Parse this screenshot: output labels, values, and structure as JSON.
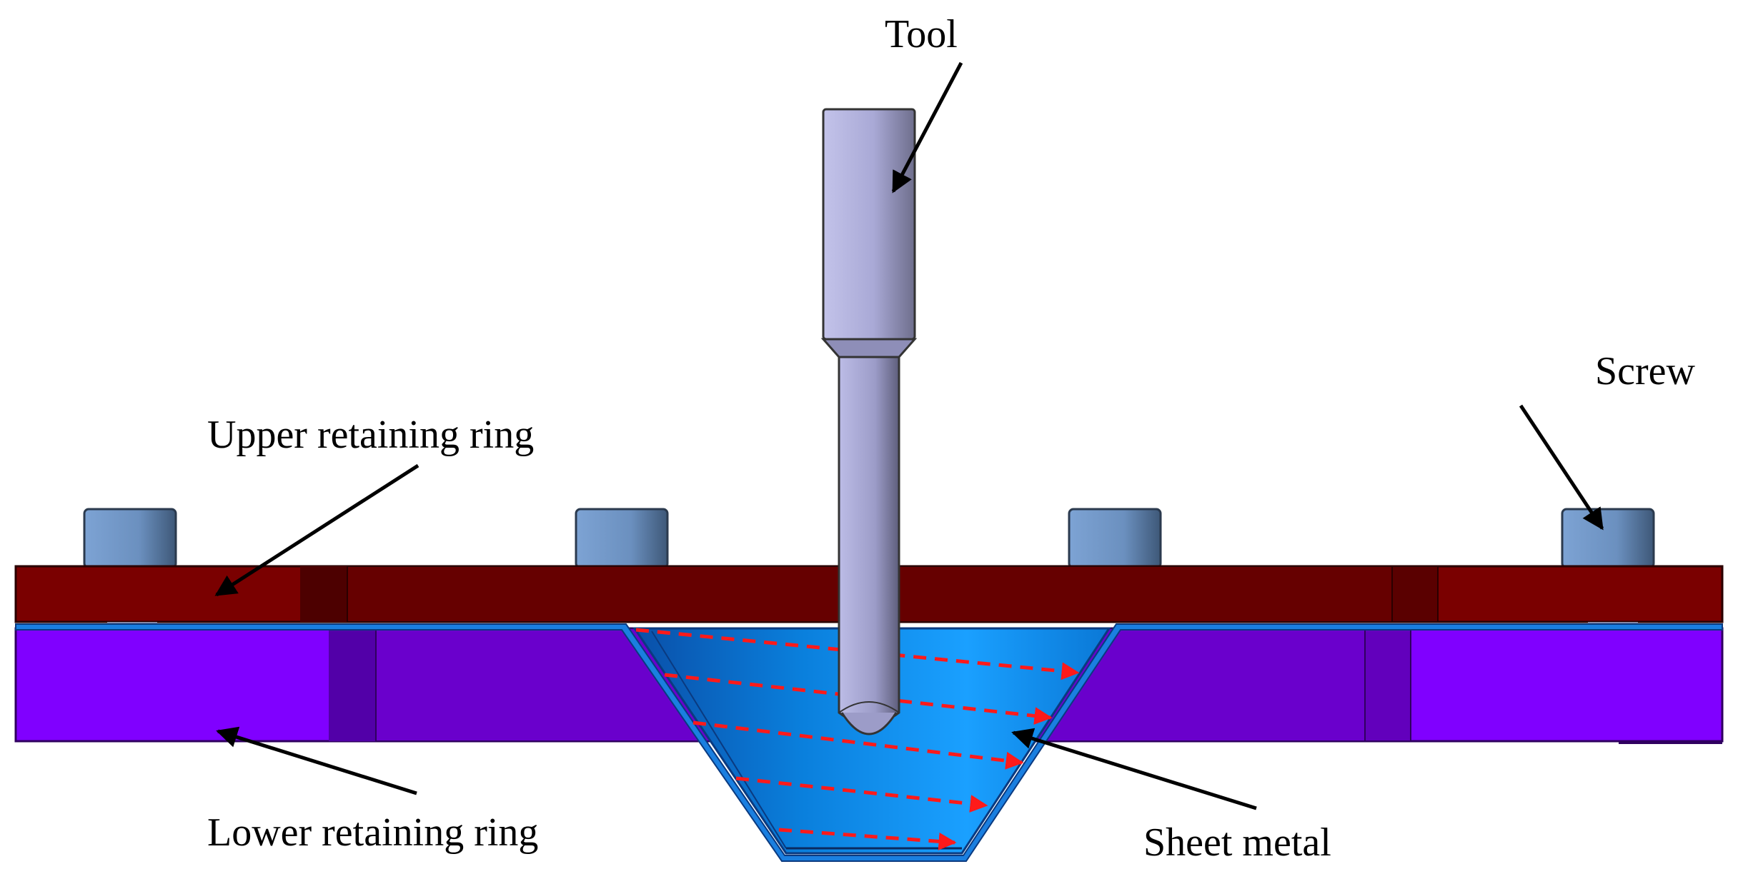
{
  "labels": {
    "tool": "Tool",
    "screw": "Screw",
    "upper_ring": "Upper retaining ring",
    "lower_ring": "Lower retaining ring",
    "sheet_metal": "Sheet metal"
  },
  "colors": {
    "upper_ring": "#7a0000",
    "upper_ring_dark": "#660000",
    "lower_ring": "#8000ff",
    "lower_ring_dark": "#6a00cc",
    "sheet_metal": "#0a8fe8",
    "screw": "#6f93c2",
    "tool": "#b8b8e0",
    "tool_path": "#ff1a1a",
    "arrow": "#000000"
  },
  "icons": {
    "screw_heads": "screw-head-icon",
    "tool_path": "spiral-tool-path"
  }
}
